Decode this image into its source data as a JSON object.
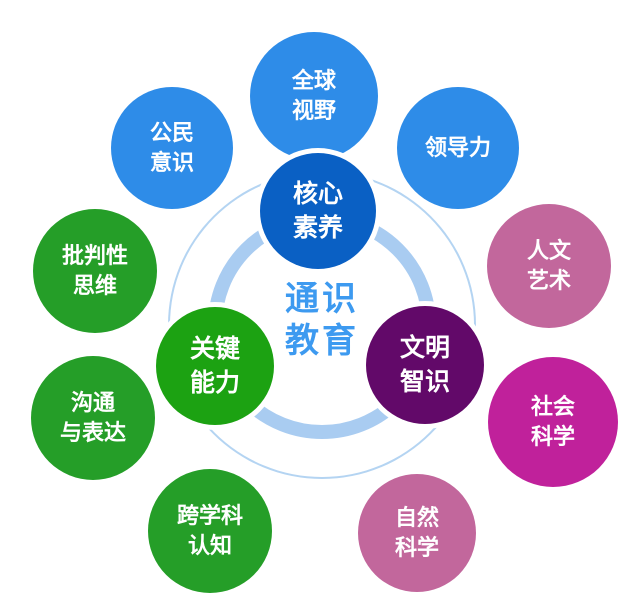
{
  "center": {
    "text": "通识\n教育",
    "color": "#3d9af0"
  },
  "inner_circles": {
    "core_literacy": {
      "text": "核心\n素养",
      "color": "#0a60c4"
    },
    "key_abilities": {
      "text": "关键\n能力",
      "color": "#1ca212"
    },
    "civilization_knowledge": {
      "text": "文明\n智识",
      "color": "#620969"
    }
  },
  "satellites": {
    "global_vision": {
      "text": "全球\n视野",
      "color": "#2e8ce8"
    },
    "civic_awareness": {
      "text": "公民\n意识",
      "color": "#2e8ce8"
    },
    "leadership": {
      "text": "领导力",
      "color": "#2e8ce8"
    },
    "critical_thinking": {
      "text": "批判性\n思维",
      "color": "#259e28"
    },
    "communication_expression": {
      "text": "沟通\n与表达",
      "color": "#259e28"
    },
    "interdisciplinary_cognition": {
      "text": "跨学科\n认知",
      "color": "#259e28"
    },
    "humanities_arts": {
      "text": "人文\n艺术",
      "color": "#c2679c"
    },
    "social_sciences": {
      "text": "社会\n科学",
      "color": "#c0219b"
    },
    "natural_sciences": {
      "text": "自然\n科学",
      "color": "#c2679c"
    }
  },
  "decor": {
    "ring_color": "#a9ccf1",
    "big_circle_border_color": "#b4d4f2",
    "background_color": "#ffffff",
    "circle_outline_color": "#ffffff"
  }
}
